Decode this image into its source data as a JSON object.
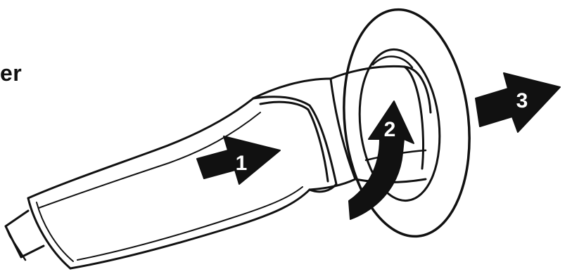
{
  "fragment_text": "er",
  "steps": [
    {
      "number": "1",
      "action": "push"
    },
    {
      "number": "2",
      "action": "rotate"
    },
    {
      "number": "3",
      "action": "pull"
    }
  ],
  "colors": {
    "line": "#111111",
    "arrow_fill": "#111111",
    "number_text": "#ffffff",
    "background": "#ffffff"
  }
}
